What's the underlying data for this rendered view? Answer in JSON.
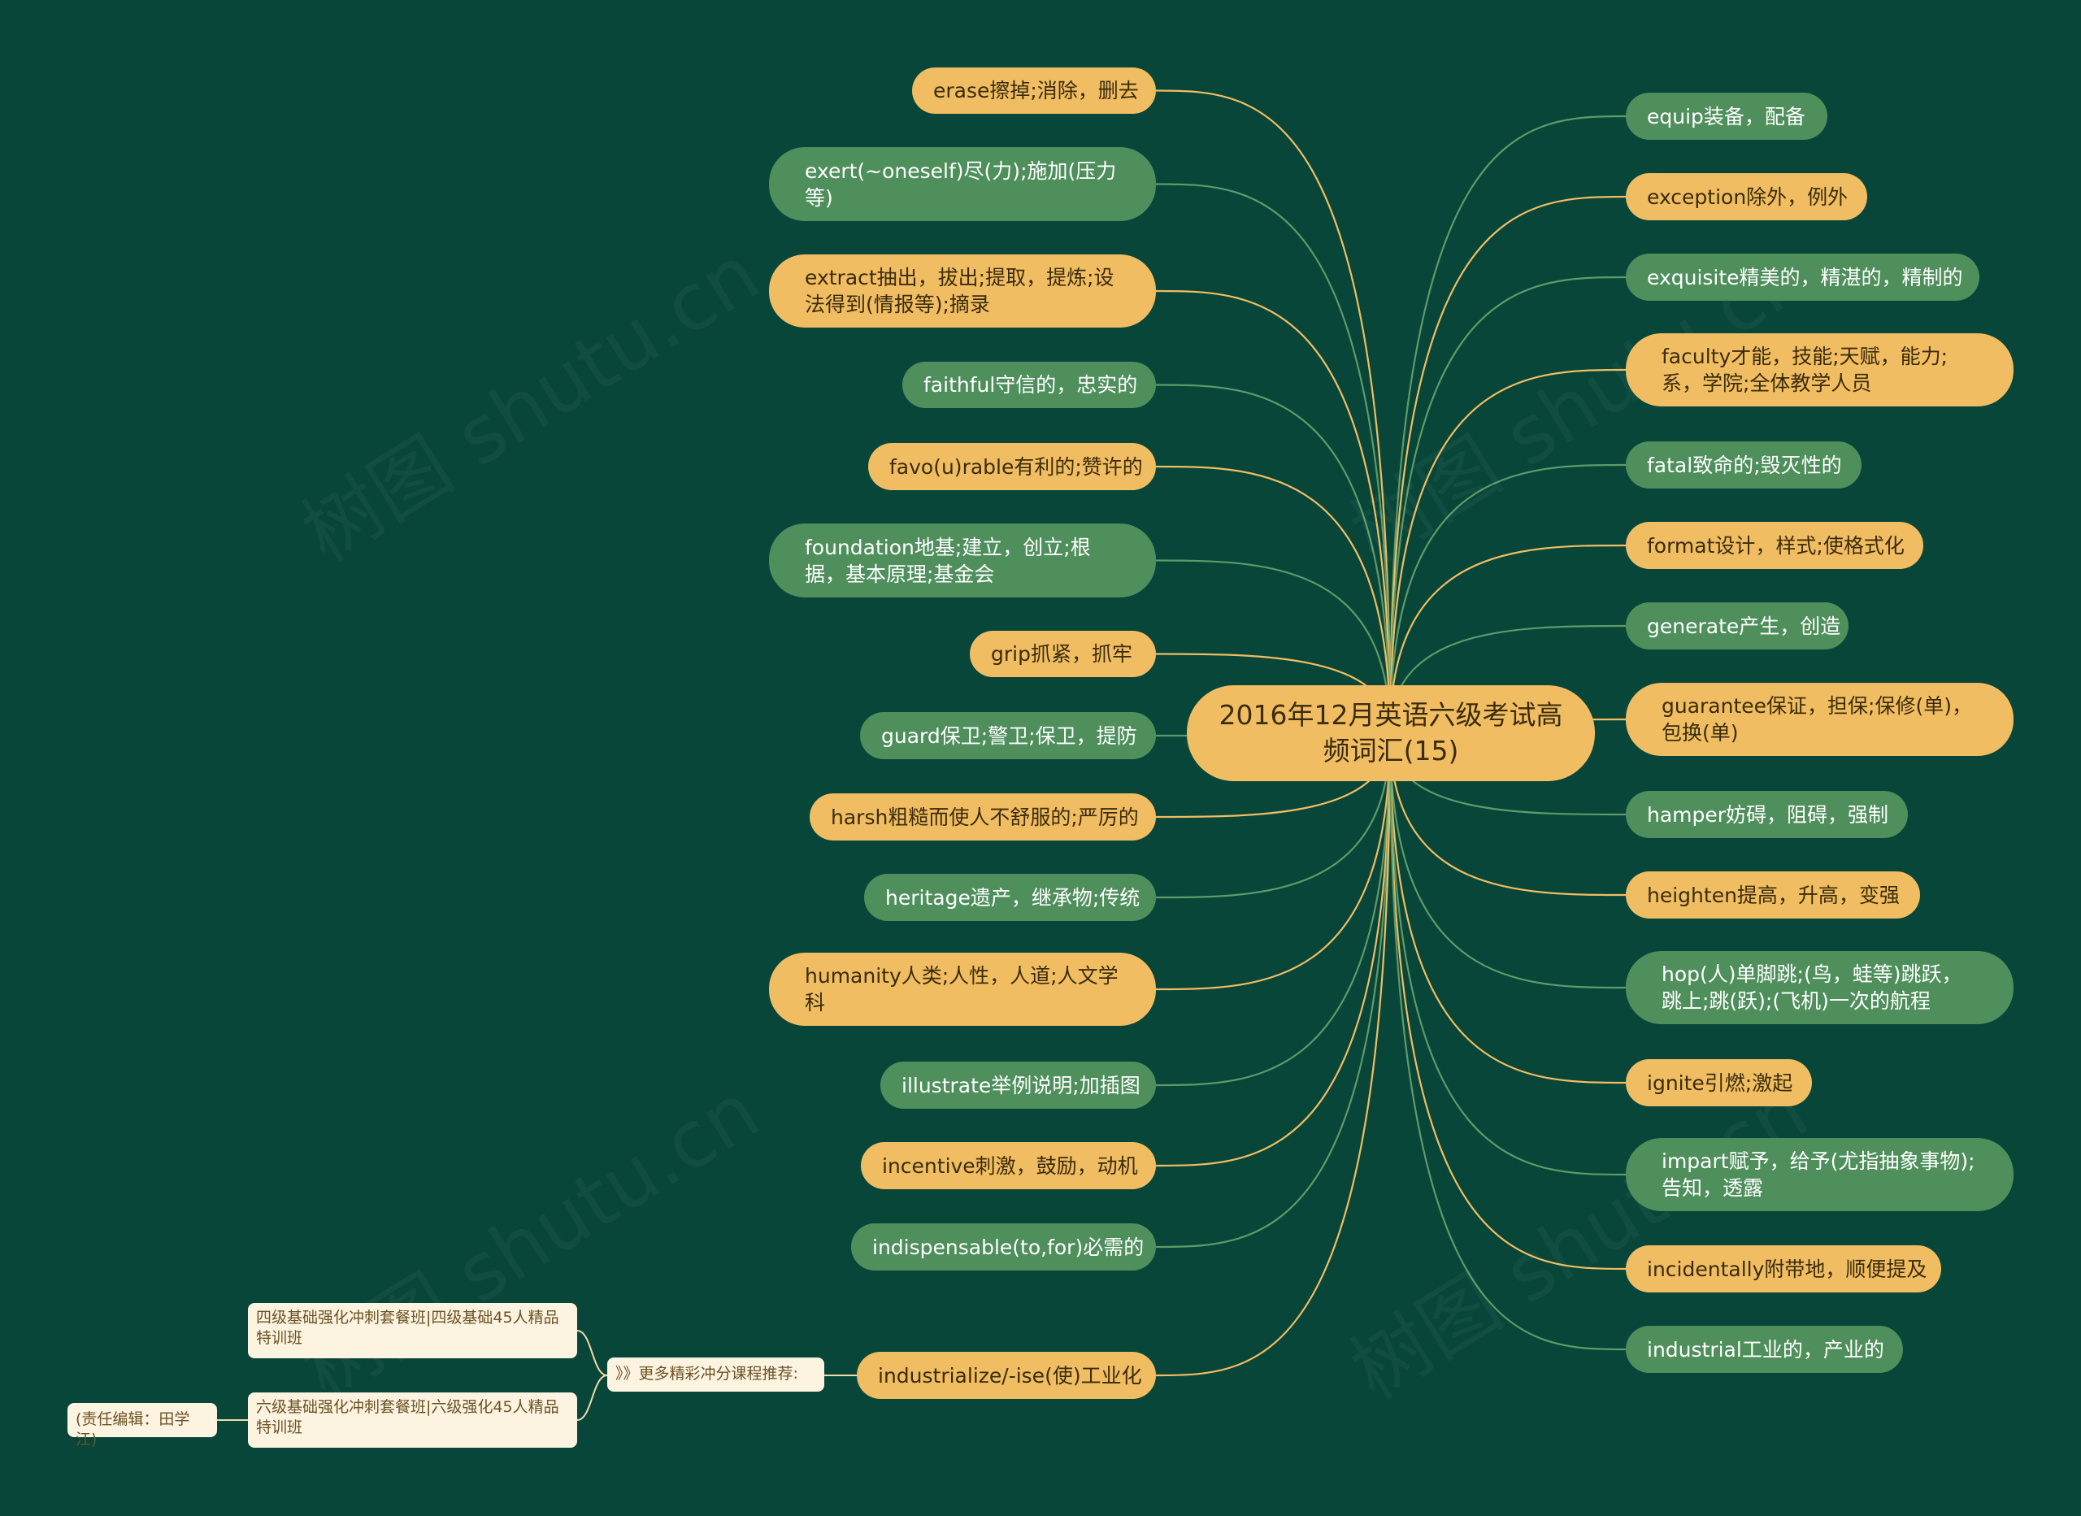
{
  "root": {
    "title": "2016年12月英语六级考试高频词汇(15)"
  },
  "left_nodes": [
    {
      "text": "erase擦掉;消除，删去",
      "color": "orange"
    },
    {
      "text": "exert(~oneself)尽(力);施加(压力等)",
      "color": "green"
    },
    {
      "text": "extract抽出，拔出;提取，提炼;设法得到(情报等);摘录",
      "color": "orange"
    },
    {
      "text": "faithful守信的，忠实的",
      "color": "green"
    },
    {
      "text": "favo(u)rable有利的;赞许的",
      "color": "orange"
    },
    {
      "text": "foundation地基;建立，创立;根据，基本原理;基金会",
      "color": "green"
    },
    {
      "text": "grip抓紧，抓牢",
      "color": "orange"
    },
    {
      "text": "guard保卫;警卫;保卫，提防",
      "color": "green"
    },
    {
      "text": "harsh粗糙而使人不舒服的;严厉的",
      "color": "orange"
    },
    {
      "text": "heritage遗产，继承物;传统",
      "color": "green"
    },
    {
      "text": "humanity人类;人性，人道;人文学科",
      "color": "orange"
    },
    {
      "text": "illustrate举例说明;加插图",
      "color": "green"
    },
    {
      "text": "incentive刺激，鼓励，动机",
      "color": "orange"
    },
    {
      "text": "indispensable(to,for)必需的",
      "color": "green"
    },
    {
      "text": "industrialize/-ise(使)工业化",
      "color": "orange"
    }
  ],
  "right_nodes": [
    {
      "text": "equip装备，配备",
      "color": "green"
    },
    {
      "text": "exception除外，例外",
      "color": "orange"
    },
    {
      "text": "exquisite精美的，精湛的，精制的",
      "color": "green"
    },
    {
      "text": "faculty才能，技能;天赋，能力;系，学院;全体教学人员",
      "color": "orange"
    },
    {
      "text": "fatal致命的;毁灭性的",
      "color": "green"
    },
    {
      "text": "format设计，样式;使格式化",
      "color": "orange"
    },
    {
      "text": "generate产生，创造",
      "color": "green"
    },
    {
      "text": "guarantee保证，担保;保修(单)，包换(单)",
      "color": "orange"
    },
    {
      "text": "hamper妨碍，阻碍，强制",
      "color": "green"
    },
    {
      "text": "heighten提高，升高，变强",
      "color": "orange"
    },
    {
      "text": "hop(人)单脚跳;(鸟，蛙等)跳跃，跳上;跳(跃);(飞机)一次的航程",
      "color": "green"
    },
    {
      "text": "ignite引燃;激起",
      "color": "orange"
    },
    {
      "text": "impart赋予，给予(尤指抽象事物);告知，透露",
      "color": "green"
    },
    {
      "text": "incidentally附带地，顺便提及",
      "color": "orange"
    },
    {
      "text": "industrial工业的，产业的",
      "color": "green"
    }
  ],
  "sub_branch": {
    "label": "》》更多精彩冲分课程推荐:",
    "children": [
      {
        "text": "四级基础强化冲刺套餐班|四级基础45人精品特训班"
      },
      {
        "text": "六级基础强化冲刺套餐班|六级强化45人精品特训班",
        "child": "(责任编辑：田学江)"
      }
    ]
  },
  "colors": {
    "background": "#08463a",
    "orange": "#f1bd62",
    "green": "#4e8f5c",
    "edge_orange": "#f1bd62",
    "edge_green": "#5f9b68"
  }
}
